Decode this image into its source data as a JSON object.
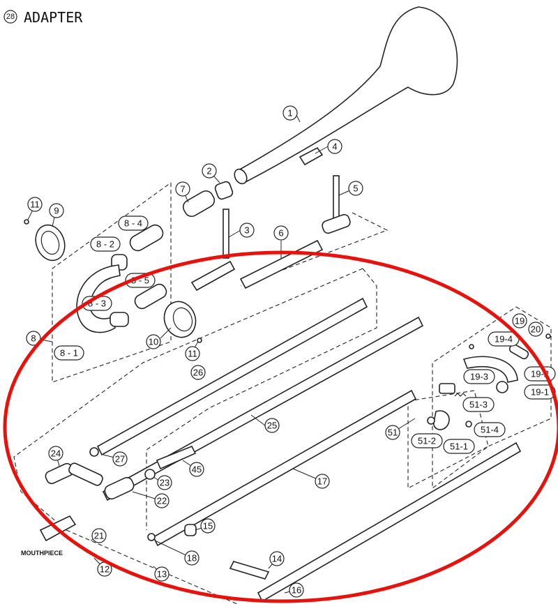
{
  "title": {
    "number": "28",
    "text": "ADAPTER"
  },
  "mouthpiece_label": "MOUTHPIECE",
  "highlight_color": "#e8120c",
  "labels": {
    "p1": "1",
    "p2": "2",
    "p3": "3",
    "p4": "4",
    "p5": "5",
    "p6": "6",
    "p7": "7",
    "p8": "8",
    "p8_1": "8 - 1",
    "p8_2": "8 - 2",
    "p8_3": "8 - 3",
    "p8_4": "8 - 4",
    "p8_5": "8 - 5",
    "p9": "9",
    "p10": "10",
    "p11a": "11",
    "p11b": "11",
    "p12": "12",
    "p13": "13",
    "p14": "14",
    "p15": "15",
    "p16": "16",
    "p17": "17",
    "p18": "18",
    "p19": "19",
    "p19_1": "19-1",
    "p19_2": "19-2",
    "p19_3": "19-3",
    "p19_4": "19-4",
    "p20": "20",
    "p21": "21",
    "p22": "22",
    "p23": "23",
    "p24": "24",
    "p25": "25",
    "p26": "26",
    "p27": "27",
    "p45": "45",
    "p51": "51",
    "p51_1": "51-1",
    "p51_2": "51-2",
    "p51_3": "51-3",
    "p51_4": "51-4"
  }
}
